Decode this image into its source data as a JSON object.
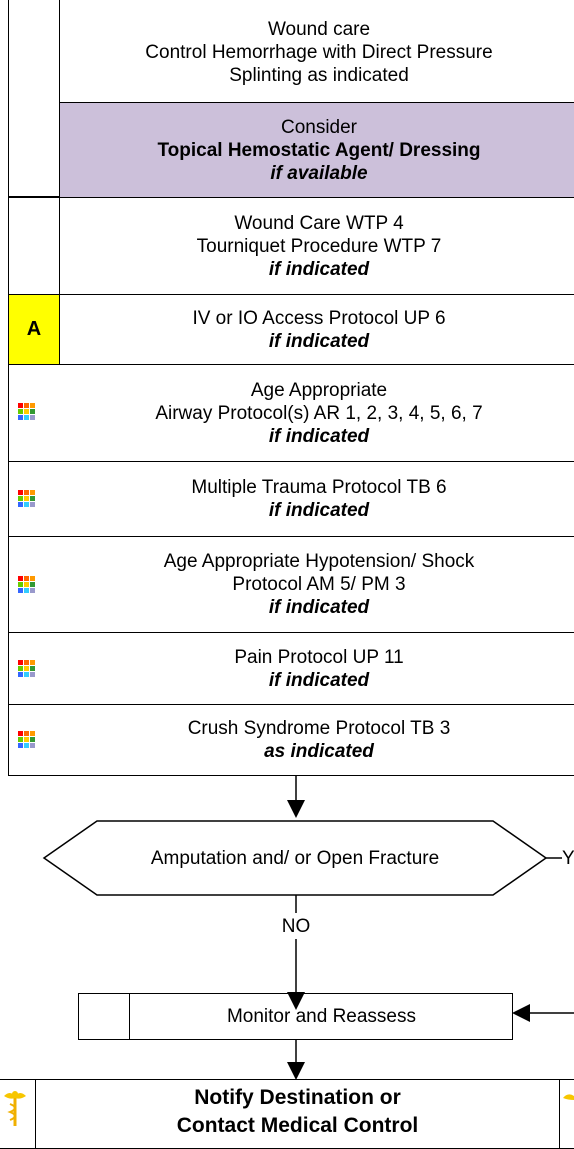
{
  "colors": {
    "consider_fill": "#ccc0da",
    "badge_fill": "#ffff00",
    "icon_colors": [
      "#ff0000",
      "#ff6600",
      "#ff9900",
      "#66cc00",
      "#ffcc00",
      "#339933",
      "#3366ff",
      "#33ccff",
      "#9999cc"
    ]
  },
  "boxes": {
    "wound_care": [
      "Wound care",
      "Control Hemorrhage with Direct Pressure",
      "Splinting as indicated"
    ],
    "consider": {
      "line1": "Consider",
      "line2": "Topical Hemostatic Agent/ Dressing",
      "line3": "if available"
    },
    "wound_tourniquet": {
      "line1": "Wound Care WTP 4",
      "line2": "Tourniquet Procedure WTP 7",
      "line3": "if indicated"
    },
    "iv_access": {
      "badge": "A",
      "line1": "IV or IO Access Protocol UP 6",
      "line2": "if indicated"
    },
    "airway": {
      "line1": "Age Appropriate",
      "line2": "Airway Protocol(s) AR 1, 2, 3, 4, 5, 6, 7",
      "line3": "if indicated"
    },
    "multiple_trauma": {
      "line1": "Multiple Trauma Protocol TB 6",
      "line2": "if indicated"
    },
    "hypotension": {
      "line1": "Age Appropriate Hypotension/ Shock",
      "line2": "Protocol AM 5/ PM 3",
      "line3": "if indicated"
    },
    "pain": {
      "line1": "Pain Protocol UP 11",
      "line2": "if indicated"
    },
    "crush": {
      "line1": "Crush Syndrome Protocol TB 3",
      "line2": "as indicated"
    }
  },
  "decision": {
    "label": "Amputation and/ or Open Fracture",
    "no_label": "NO",
    "yes_label_partial": "Y"
  },
  "monitor": {
    "label": "Monitor and Reassess"
  },
  "notify": {
    "line1": "Notify Destination or",
    "line2": "Contact Medical Control"
  }
}
